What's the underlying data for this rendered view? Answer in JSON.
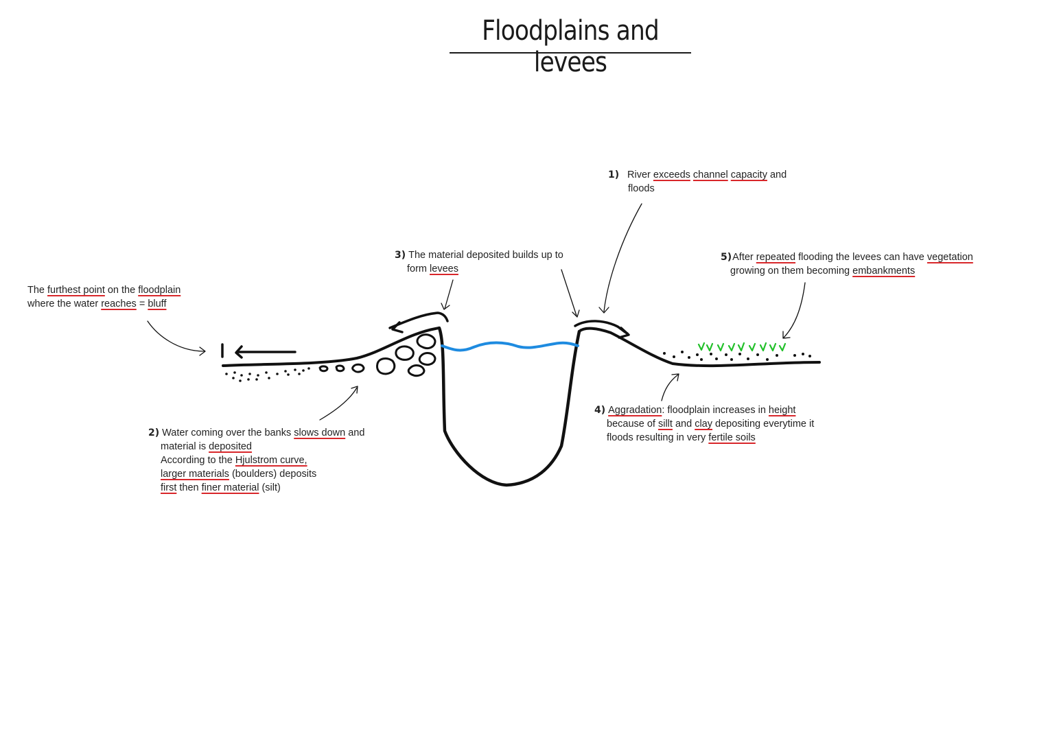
{
  "title": "Floodplains and levees",
  "colors": {
    "ink": "#111111",
    "water": "#1e8be0",
    "vegetation": "#22c02a",
    "underline": "#d8262a",
    "text": "#222222"
  },
  "notes": {
    "bluff": {
      "l1": [
        "The ",
        "furthest point",
        " on the ",
        "floodplain"
      ],
      "l2": [
        "where the water ",
        "reaches",
        " = ",
        "bluff"
      ]
    },
    "step1": {
      "num": "1)",
      "l1": [
        "River ",
        "exceeds",
        " ",
        "channel",
        " ",
        "capacity",
        " and"
      ],
      "l2": "floods"
    },
    "step2": {
      "num": "2)",
      "l1": [
        "Water coming over the banks ",
        "slows down",
        " and"
      ],
      "l2": [
        "material is ",
        "deposited"
      ],
      "l3": [
        "According to the ",
        "Hjulstrom curve,"
      ],
      "l4": [
        "larger materials",
        " (boulders) deposits"
      ],
      "l5": [
        "first",
        " then ",
        "finer material",
        " (silt)"
      ]
    },
    "step3": {
      "num": "3)",
      "l1": "The material deposited builds up to",
      "l2": [
        "form ",
        "levees"
      ]
    },
    "step4": {
      "num": "4)",
      "l1": [
        "Aggradation",
        ": floodplain increases in ",
        "height"
      ],
      "l2": [
        "because of ",
        "sillt",
        " and ",
        "clay",
        " depositing everytime it"
      ],
      "l3": [
        "floods resulting in very ",
        "fertile soils"
      ]
    },
    "step5": {
      "num": "5)",
      "l1": [
        "After ",
        "repeated",
        " flooding the levees can have ",
        "vegetation"
      ],
      "l2": [
        "growing on them becoming ",
        "embankments"
      ]
    }
  }
}
